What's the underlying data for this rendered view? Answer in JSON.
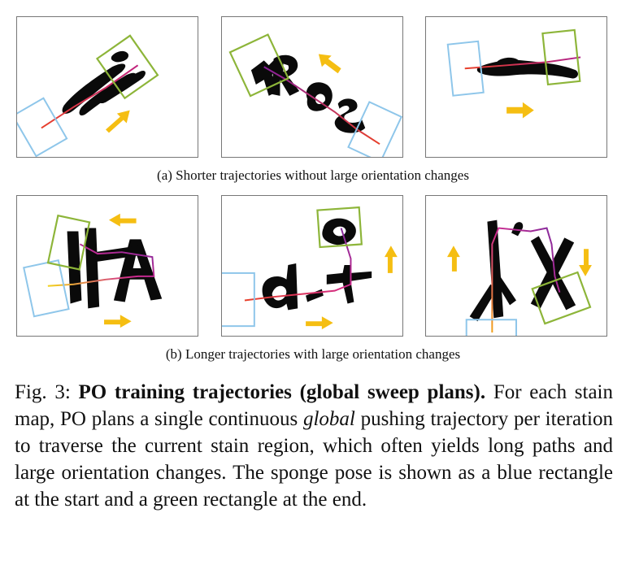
{
  "colors": {
    "stain": "#0a0a0a",
    "start_pose": "#8ec6ea",
    "end_pose": "#8db539",
    "arrow": "#f5be12",
    "trajectory_start": "#e8402a",
    "trajectory_end": "#8a1f9e"
  },
  "row_a": {
    "caption": "(a) Shorter trajectories without large orientation changes",
    "panels": [
      {
        "id": "a1"
      },
      {
        "id": "a2",
        "stain_text": "IROS"
      },
      {
        "id": "a3"
      }
    ]
  },
  "row_b": {
    "caption": "(b) Longer trajectories with large orientation changes",
    "panels": [
      {
        "id": "b1",
        "stain_text": "IIA"
      },
      {
        "id": "b2"
      },
      {
        "id": "b3"
      }
    ]
  },
  "figure_caption": {
    "label": "Fig. 3:",
    "bold_title": "PO training trajectories (global sweep plans).",
    "text_1": "For each stain map, PO plans a single continuous",
    "italic_word": "global",
    "text_2": "pushing trajectory per iteration to traverse the current stain region, which often yields long paths and large orientation changes. The sponge pose is shown as a blue rectangle at the start and a green rectangle at the end."
  }
}
